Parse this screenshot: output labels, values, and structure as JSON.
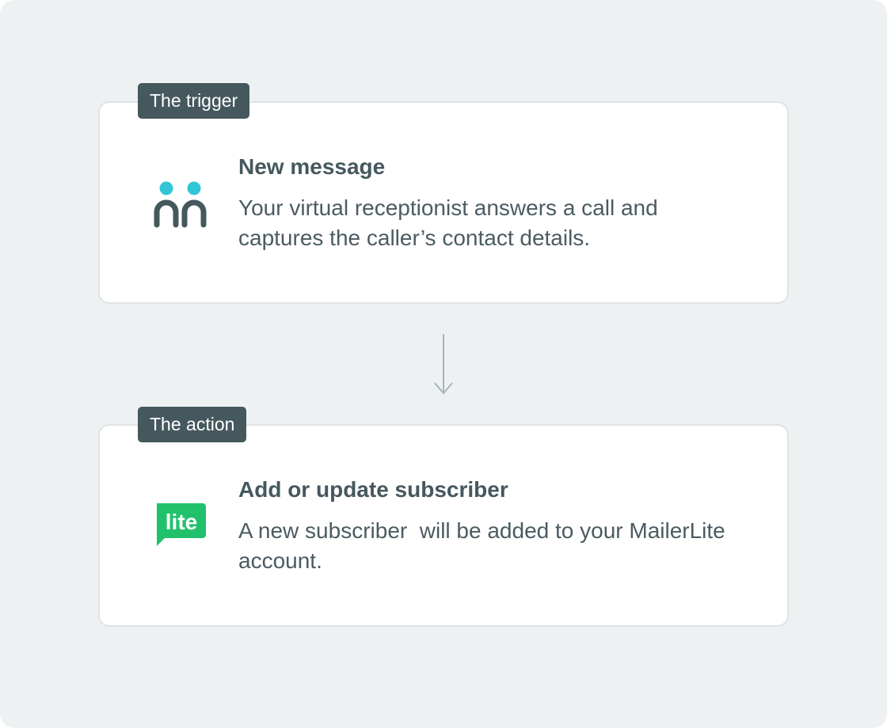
{
  "trigger": {
    "tag": "The trigger",
    "title": "New message",
    "description": "Your virtual receptionist answers a call and captures the caller’s contact details.",
    "icon": "people-icon",
    "icon_color_heads": "#30c6d6",
    "icon_color_bodies": "#45585e"
  },
  "action": {
    "tag": "The action",
    "title": "Add or update subscriber",
    "description": "A new subscriber  will be added to your MailerLite account.",
    "icon": "mailerlite-logo",
    "logo_text": "lite",
    "logo_color": "#21c16c"
  },
  "colors": {
    "background": "#eef1f2",
    "card": "#ffffff",
    "tag": "#45585e",
    "text": "#45585e",
    "arrow": "#a9b4b6"
  }
}
